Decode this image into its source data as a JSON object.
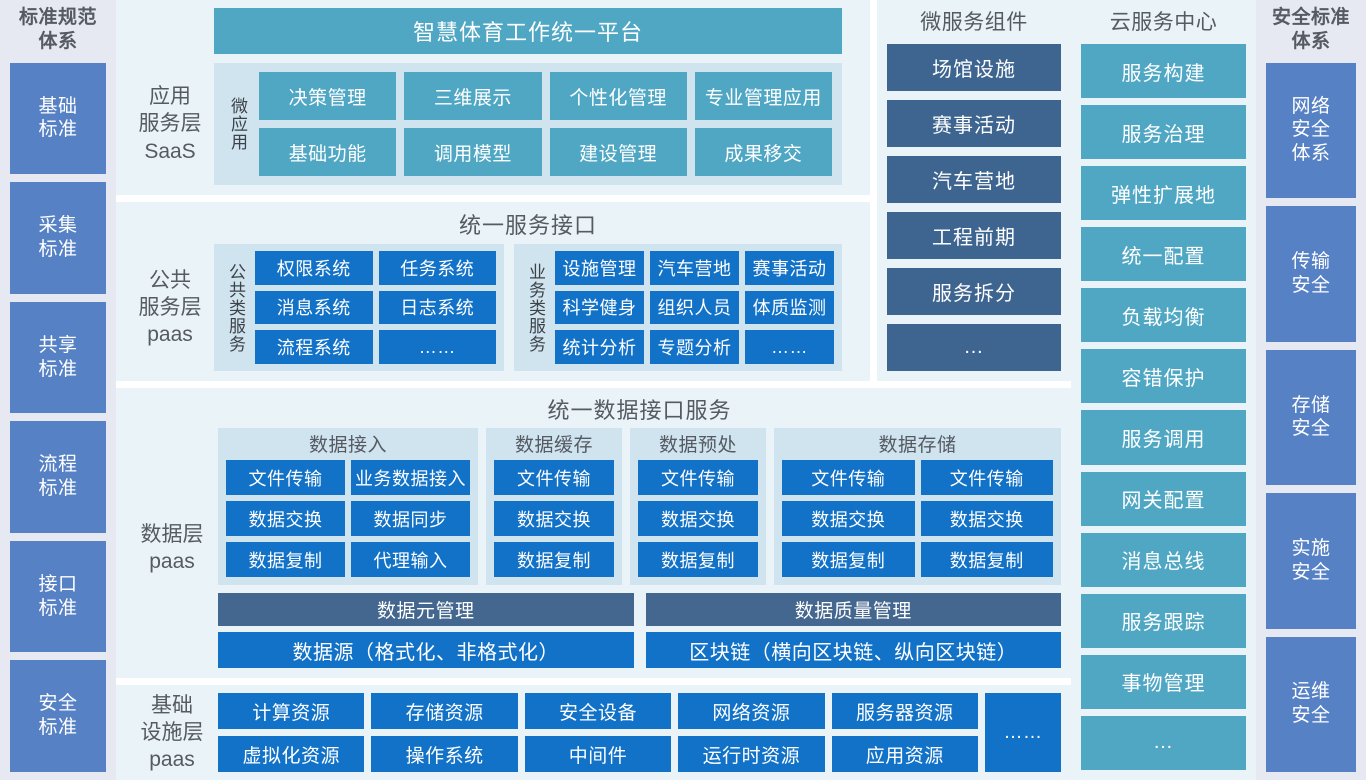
{
  "left_rail": {
    "title": "标准规范\n体系",
    "items": [
      {
        "label": "基础\n标准"
      },
      {
        "label": "采集\n标准"
      },
      {
        "label": "共享\n标准"
      },
      {
        "label": "流程\n标准"
      },
      {
        "label": "接口\n标准"
      },
      {
        "label": "安全\n标准"
      }
    ]
  },
  "right_rail": {
    "title": "安全标准\n体系",
    "items": [
      {
        "label": "网络\n安全\n体系"
      },
      {
        "label": "传输\n安全"
      },
      {
        "label": "存储\n安全"
      },
      {
        "label": "实施\n安全"
      },
      {
        "label": "运维\n安全"
      }
    ]
  },
  "saas": {
    "side_label": "应用\n服务层\nSaaS",
    "platform_title": "智慧体育工作统一平台",
    "group_label": "微应用",
    "apps": [
      "决策管理",
      "三维展示",
      "个性化管理",
      "专业管理应用",
      "基础功能",
      "调用模型",
      "建设管理",
      "成果移交"
    ]
  },
  "paas": {
    "side_label": "公共\n服务层\npaas",
    "title": "统一服务接口",
    "groups": [
      {
        "label": "公共类服务",
        "items": [
          "权限系统",
          "任务系统",
          "消息系统",
          "日志系统",
          "流程系统",
          "……"
        ]
      },
      {
        "label": "业务类服务",
        "items": [
          "设施管理",
          "汽车营地",
          "赛事活动",
          "科学健身",
          "组织人员",
          "体质监测",
          "统计分析",
          "专题分析",
          "……"
        ]
      }
    ]
  },
  "microservice": {
    "title": "微服务组件",
    "items": [
      "场馆设施",
      "赛事活动",
      "汽车营地",
      "工程前期",
      "服务拆分",
      "…"
    ]
  },
  "cloud": {
    "title": "云服务中心",
    "items": [
      "服务构建",
      "服务治理",
      "弹性扩展地",
      "统一配置",
      "负载均衡",
      "容错保护",
      "服务调用",
      "网关配置",
      "消息总线",
      "服务跟踪",
      "事物管理",
      "…"
    ]
  },
  "data": {
    "side_label": "数据层\npaas",
    "title": "统一数据接口服务",
    "groups": [
      {
        "title": "数据接入",
        "columns": 2,
        "items": [
          "文件传输",
          "业务数据接入",
          "数据交换",
          "数据同步",
          "数据复制",
          "代理输入"
        ]
      },
      {
        "title": "数据缓存",
        "columns": 1,
        "items": [
          "文件传输",
          "数据交换",
          "数据复制"
        ]
      },
      {
        "title": "数据预处",
        "columns": 1,
        "items": [
          "文件传输",
          "数据交换",
          "数据复制"
        ]
      },
      {
        "title": "数据存储",
        "columns": 2,
        "items": [
          "文件传输",
          "文件传输",
          "数据交换",
          "数据交换",
          "数据复制",
          "数据复制"
        ]
      }
    ],
    "bands": [
      {
        "dark": "数据元管理",
        "blue": "数据源（格式化、非格式化）"
      },
      {
        "dark": "数据质量管理",
        "blue": "区块链（横向区块链、纵向区块链）"
      }
    ]
  },
  "infra": {
    "side_label": "基础\n设施层\npaas",
    "items": [
      "计算资源",
      "存储资源",
      "安全设备",
      "网络资源",
      "服务器资源",
      "虚拟化资源",
      "操作系统",
      "中间件",
      "运行时资源",
      "应用资源"
    ],
    "more": "……"
  },
  "colors": {
    "rail_bg": "#E6E9F2",
    "rail_box": "#5681C4",
    "panel_bg": "#EAF3F7",
    "group_bg": "#CFE4EE",
    "teal": "#4FA7C4",
    "blue": "#1272C8",
    "slate": "#3E6590",
    "band_dark": "#44678F",
    "text_muted": "#555a63"
  }
}
